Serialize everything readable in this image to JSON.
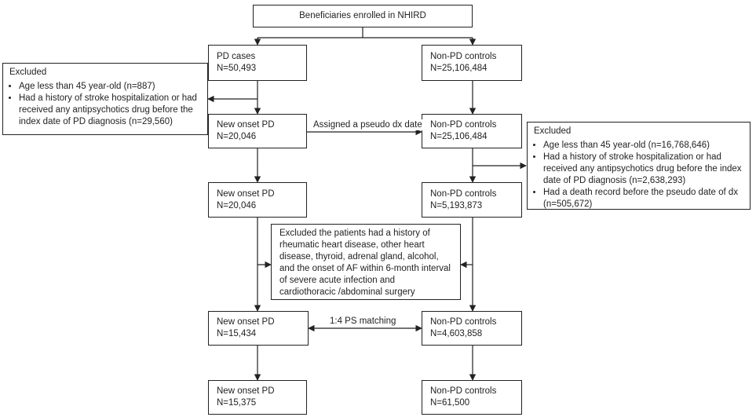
{
  "title": "Beneficiaries enrolled in NHIRD",
  "pd": {
    "cases": {
      "label": "PD cases",
      "n": "N=50,493"
    },
    "onset1": {
      "label": "New onset PD",
      "n": "N=20,046"
    },
    "onset2": {
      "label": "New onset PD",
      "n": "N=20,046"
    },
    "onset3": {
      "label": "New onset PD",
      "n": "N=15,434"
    },
    "onset4": {
      "label": "New onset PD",
      "n": "N=15,375"
    }
  },
  "ctrl": {
    "c1": {
      "label": "Non-PD controls",
      "n": "N=25,106,484"
    },
    "c2": {
      "label": "Non-PD controls",
      "n": "N=25,106,484"
    },
    "c3": {
      "label": "Non-PD controls",
      "n": "N=5,193,873"
    },
    "c4": {
      "label": "Non-PD controls",
      "n": "N=4,603,858"
    },
    "c5": {
      "label": "Non-PD controls",
      "n": "N=61,500"
    }
  },
  "excluded_left": {
    "heading": "Excluded",
    "items": [
      "Age less than 45 year-old (n=887)",
      "Had a history of stroke hospitalization or had received any antipsychotics drug before the index date of PD diagnosis (n=29,560)"
    ]
  },
  "excluded_right": {
    "heading": "Excluded",
    "items": [
      "Age less than 45 year-old (n=16,768,646)",
      "Had a history of stroke hospitalization or had received any antipsychotics drug before the index date of PD diagnosis (n=2,638,293)",
      "Had a death record before the pseudo date of dx (n=505,672)"
    ]
  },
  "excluded_mid": "Excluded the patients had a history of rheumatic heart disease, other heart disease, thyroid, adrenal gland, alcohol, and the onset of AF within 6-month interval of severe acute infection and cardiothoracic /abdominal surgery",
  "labels": {
    "pseudo": "Assigned a pseudo dx date",
    "matching": "1:4 PS matching"
  }
}
